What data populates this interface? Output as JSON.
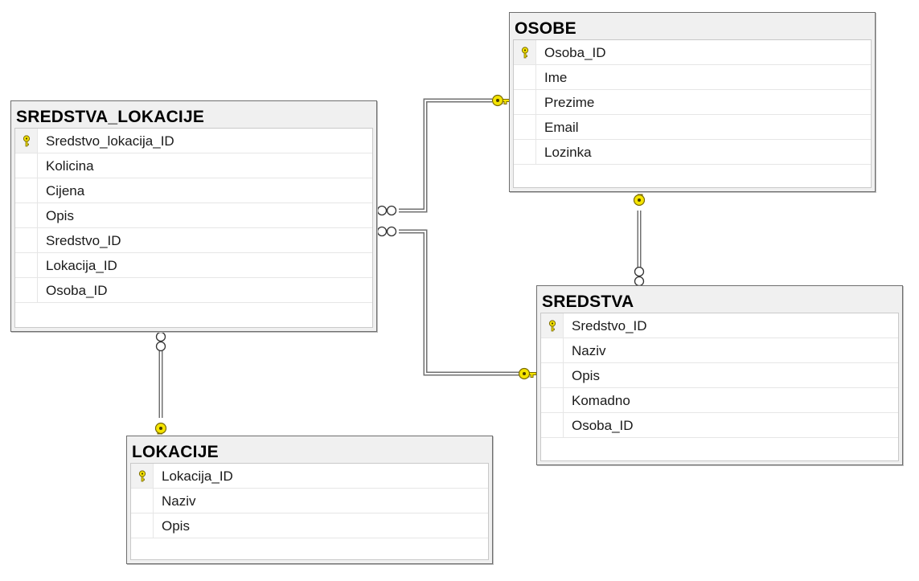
{
  "diagram": {
    "colors": {
      "key": "#f5e400",
      "key_outline": "#7a6a00",
      "line": "#707070",
      "header": "#f0f0f0"
    },
    "tables": [
      {
        "name": "SREDSTVA_LOKACIJE",
        "columns": [
          {
            "name": "Sredstvo_lokacija_ID",
            "pk": true
          },
          {
            "name": "Kolicina",
            "pk": false
          },
          {
            "name": "Cijena",
            "pk": false
          },
          {
            "name": "Opis",
            "pk": false
          },
          {
            "name": "Sredstvo_ID",
            "pk": false
          },
          {
            "name": "Lokacija_ID",
            "pk": false
          },
          {
            "name": "Osoba_ID",
            "pk": false
          }
        ]
      },
      {
        "name": "OSOBE",
        "columns": [
          {
            "name": "Osoba_ID",
            "pk": true
          },
          {
            "name": "Ime",
            "pk": false
          },
          {
            "name": "Prezime",
            "pk": false
          },
          {
            "name": "Email",
            "pk": false
          },
          {
            "name": "Lozinka",
            "pk": false
          }
        ]
      },
      {
        "name": "SREDSTVA",
        "columns": [
          {
            "name": "Sredstvo_ID",
            "pk": true
          },
          {
            "name": "Naziv",
            "pk": false
          },
          {
            "name": "Opis",
            "pk": false
          },
          {
            "name": "Komadno",
            "pk": false
          },
          {
            "name": "Osoba_ID",
            "pk": false
          }
        ]
      },
      {
        "name": "LOKACIJE",
        "columns": [
          {
            "name": "Lokacija_ID",
            "pk": true
          },
          {
            "name": "Naziv",
            "pk": false
          },
          {
            "name": "Opis",
            "pk": false
          }
        ]
      }
    ],
    "relationships": [
      {
        "from": "SREDSTVA_LOKACIJE",
        "to": "OSOBE",
        "from_end": "many",
        "to_end": "one"
      },
      {
        "from": "SREDSTVA_LOKACIJE",
        "to": "SREDSTVA",
        "from_end": "many",
        "to_end": "one"
      },
      {
        "from": "SREDSTVA_LOKACIJE",
        "to": "LOKACIJE",
        "from_end": "many",
        "to_end": "one"
      },
      {
        "from": "SREDSTVA",
        "to": "OSOBE",
        "from_end": "many",
        "to_end": "one"
      }
    ]
  }
}
